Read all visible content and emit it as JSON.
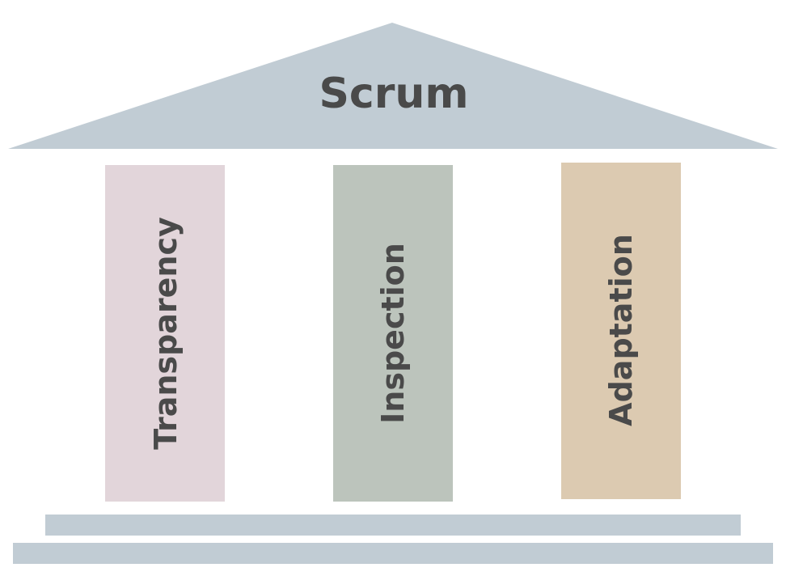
{
  "diagram": {
    "roof": {
      "title": "Scrum",
      "color": "#c1ccd4"
    },
    "pillars": [
      {
        "label": "Transparency",
        "color": "#e2d5da"
      },
      {
        "label": "Inspection",
        "color": "#bcc4bc"
      },
      {
        "label": "Adaptation",
        "color": "#dccab1"
      }
    ],
    "base_color": "#c1ccd4",
    "text_color": "#4a4a4a"
  }
}
